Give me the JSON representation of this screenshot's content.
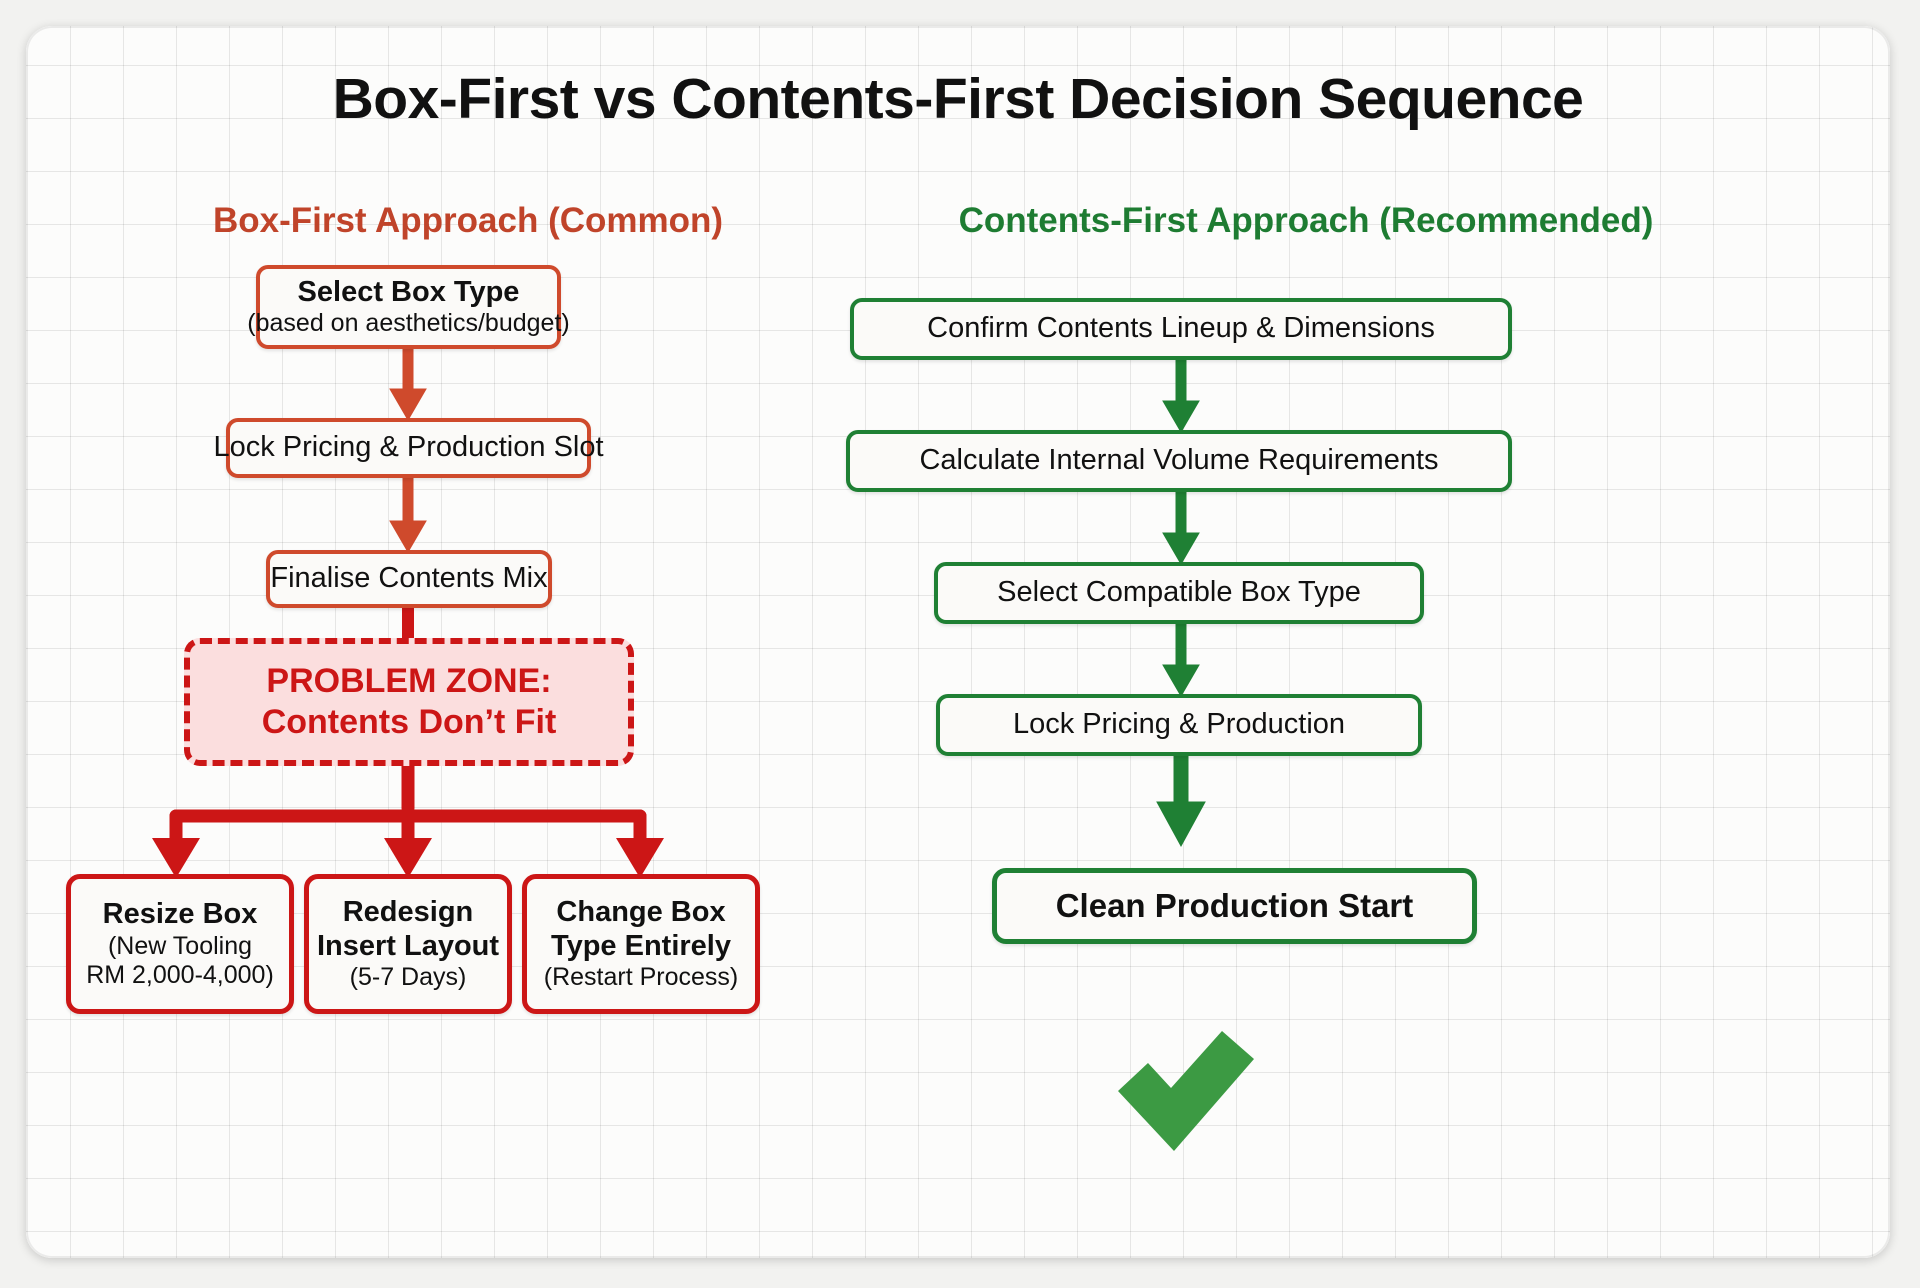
{
  "title": "Box-First vs Contents-First Decision Sequence",
  "columns": {
    "left": {
      "heading": "Box-First Approach (Common)",
      "color": "#c0442a",
      "steps": [
        {
          "line1": "Select Box Type",
          "line2": "(based on aesthetics/budget)"
        },
        {
          "line1": "Lock Pricing & Production Slot",
          "line2": ""
        },
        {
          "line1": "Finalise Contents Mix",
          "line2": ""
        }
      ],
      "problem": {
        "line1": "PROBLEM ZONE:",
        "line2": "Contents Don’t Fit",
        "color": "#cc1616"
      },
      "outcomes": [
        {
          "line1": "Resize Box",
          "line2": "(New Tooling",
          "line3": "RM 2,000-4,000)"
        },
        {
          "line1": "Redesign",
          "line1b": "Insert Layout",
          "line2": "(5-7 Days)",
          "line3": ""
        },
        {
          "line1": "Change Box",
          "line1b": "Type Entirely",
          "line2": "(Restart Process)",
          "line3": ""
        }
      ]
    },
    "right": {
      "heading": "Contents-First Approach (Recommended)",
      "color": "#1e7c32",
      "steps": [
        {
          "line1": "Confirm Contents Lineup & Dimensions"
        },
        {
          "line1": "Calculate Internal Volume Requirements"
        },
        {
          "line1": "Select Compatible Box Type"
        },
        {
          "line1": "Lock Pricing & Production"
        }
      ],
      "final": {
        "label": "Clean Production Start",
        "icon": "check-icon"
      }
    }
  },
  "colors": {
    "red_flow": "#cf4a2c",
    "red_alert": "#cc1616",
    "green_flow": "#1f8034",
    "green_check": "#3c9a43",
    "problem_fill": "#fbdede",
    "node_fill": "#fbfaf8",
    "title": "#111111"
  }
}
